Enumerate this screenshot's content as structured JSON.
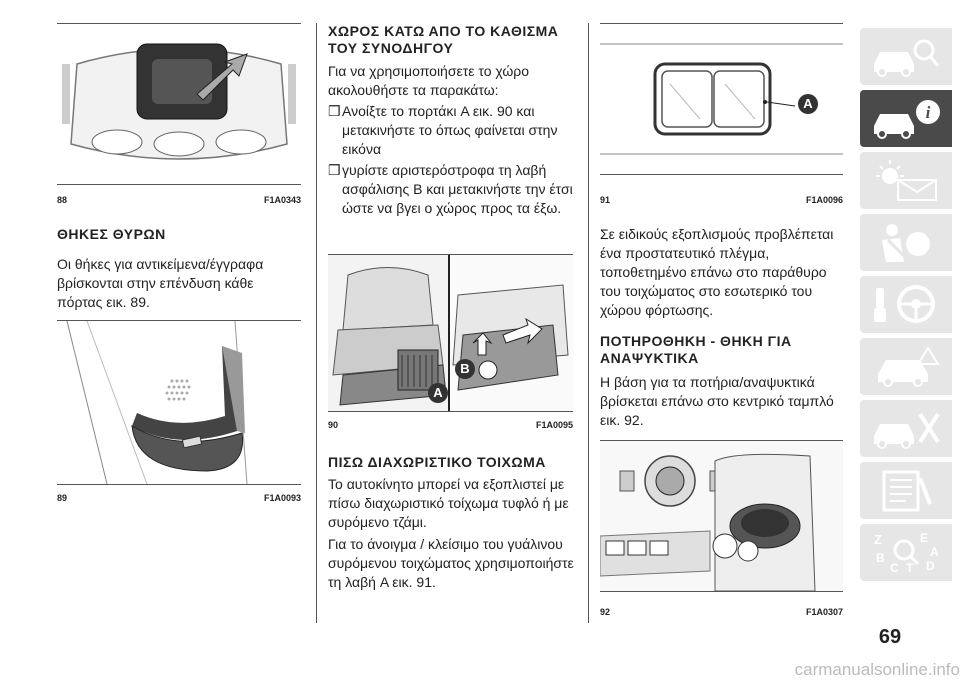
{
  "figures": {
    "fig88": {
      "num": "88",
      "code": "F1A0343"
    },
    "fig89": {
      "num": "89",
      "code": "F1A0093"
    },
    "fig90": {
      "num": "90",
      "code": "F1A0095"
    },
    "fig91": {
      "num": "91",
      "code": "F1A0096"
    },
    "fig92": {
      "num": "92",
      "code": "F1A0307"
    }
  },
  "col1": {
    "heading": "ΘΗΚΕΣ ΘΥΡΩΝ",
    "para": "Οι θήκες για αντικείμενα/έγγραφα βρίσκονται στην επένδυση κάθε πόρτας εικ. 89."
  },
  "col2": {
    "heading1": "ΧΩΡΟΣ ΚΑΤΩ ΑΠΟ ΤΟ ΚΑΘΙΣΜΑ ΤΟΥ ΣΥΝΟΔΗΓΟΥ",
    "para1": "Για να χρησιμοποιήσετε το χώρο ακολουθήστε τα παρακάτω:",
    "bullet_marker": "❒",
    "bullet1": "Ανοίξτε το πορτάκι A εικ. 90 και μετακινήστε το όπως φαίνεται στην εικόνα",
    "bullet2": "γυρίστε αριστερόστροφα τη λαβή ασφάλισης B και μετακινήστε την έτσι ώστε να βγει ο χώρος προς τα έξω.",
    "heading2": "ΠΙΣΩ ΔΙΑΧΩΡΙΣΤΙΚΟ ΤΟΙΧΩΜΑ",
    "para2": "Το αυτοκίνητο μπορεί να εξοπλιστεί με πίσω διαχωριστικό τοίχωμα τυφλό ή με συρόμενο τζάμι.",
    "para3": "Για το άνοιγμα / κλείσιμο του γυάλινου συρόμενου τοιχώματος χρησιμοποιήστε τη λαβή A εικ. 91."
  },
  "col3": {
    "para1": "Σε ειδικούς εξοπλισμούς προβλέπεται ένα προστατευτικό πλέγμα, τοποθετημένο επάνω στο παράθυρο του τοιχώματος στο εσωτερικό του χώρου φόρτωσης.",
    "heading": "ΠΟΤΗΡΟΘΗΚΗ - ΘΗΚΗ ΓΙΑ ΑΝΑΨΥΚΤΙΚΑ",
    "para2": "Η βάση για τα ποτήρια/αναψυκτικά βρίσκεται επάνω στο κεντρικό ταμπλό εικ. 92."
  },
  "labels": {
    "a": "A",
    "b": "B"
  },
  "sidebar": [
    {
      "icon": "car-search-icon"
    },
    {
      "icon": "car-info-icon",
      "letter": "i"
    },
    {
      "icon": "warning-light-icon"
    },
    {
      "icon": "airbag-safety-icon"
    },
    {
      "icon": "steering-wheel-icon"
    },
    {
      "icon": "car-emergency-icon"
    },
    {
      "icon": "car-service-icon"
    },
    {
      "icon": "specs-document-icon"
    },
    {
      "icon": "alphabet-index-icon",
      "letters": [
        "Z",
        "E",
        "A",
        "B",
        "C",
        "T",
        "D"
      ]
    }
  ],
  "page_number": "69",
  "footer": "carmanualsonline.info"
}
